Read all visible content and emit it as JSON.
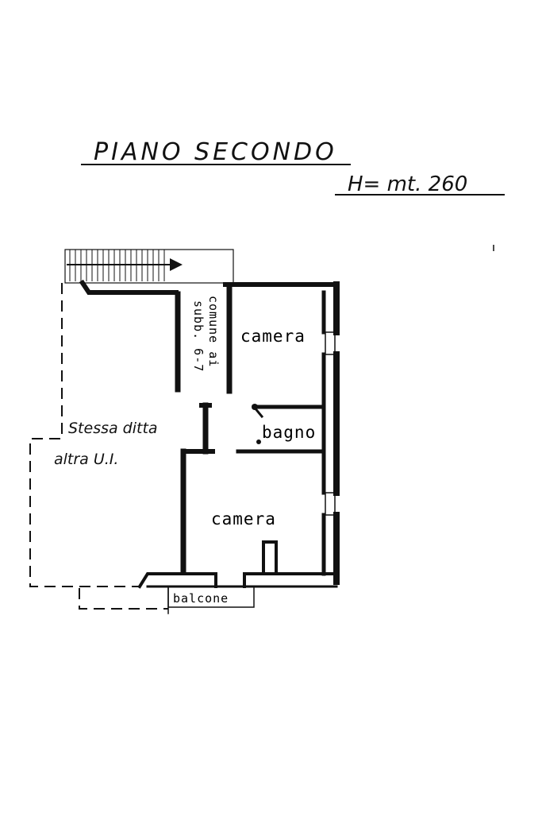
{
  "drawing": {
    "floor_title": "PIANO SECONDO",
    "height_label": "H= mt. 260"
  },
  "rooms": {
    "camera_upper": "camera",
    "bagno": "bagno",
    "camera_lower": "camera",
    "balcone": "balcone",
    "corridor_line1": "comune ai",
    "corridor_line2": "subb. 6-7",
    "other_unit_line1": "Stessa ditta",
    "other_unit_line2": "altra U.I."
  }
}
